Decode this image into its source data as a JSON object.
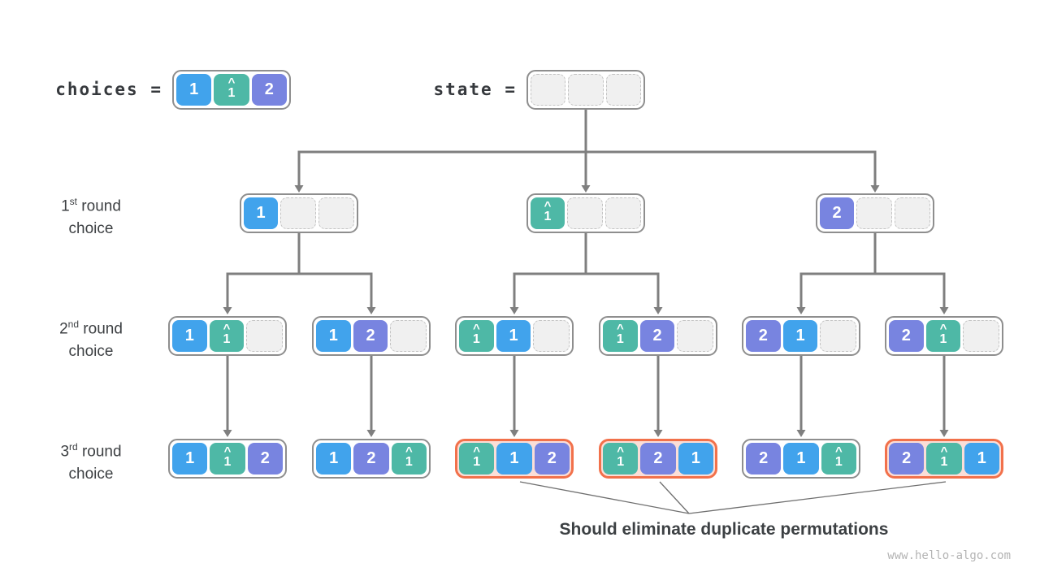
{
  "colors": {
    "blue": "#41a3ec",
    "teal": "#4eb8a6",
    "purple": "#7884e0",
    "container_border": "#8e8e8e",
    "connector_line": "#7f7f7f",
    "pointer_line": "#6f6f6f",
    "empty_fill": "#f0f0f0",
    "empty_border": "#c4c4c4",
    "highlight_border": "#f2714b",
    "highlight_fill": "#fbded7",
    "text_dark": "#3c4044",
    "watermark": "#b4b4b4"
  },
  "header": {
    "choices_label": "choices =",
    "state_label": "state ="
  },
  "cell_types": {
    "1": "blue",
    "1^": "teal",
    "2": "purple"
  },
  "hat_cell": {
    "base": "1",
    "mark": "^"
  },
  "choices_box": {
    "cells": [
      "1",
      "1^",
      "2"
    ]
  },
  "state_box": {
    "cells": [
      "",
      "",
      ""
    ]
  },
  "row_labels": [
    {
      "num": "1",
      "sup": "st",
      "tail": " round",
      "line2": "choice"
    },
    {
      "num": "2",
      "sup": "nd",
      "tail": " round",
      "line2": "choice"
    },
    {
      "num": "3",
      "sup": "rd",
      "tail": " round",
      "line2": "choice"
    }
  ],
  "tree": {
    "round1": [
      {
        "cells": [
          "1",
          "",
          ""
        ],
        "highlight": false
      },
      {
        "cells": [
          "1^",
          "",
          ""
        ],
        "highlight": false
      },
      {
        "cells": [
          "2",
          "",
          ""
        ],
        "highlight": false
      }
    ],
    "round2": [
      {
        "cells": [
          "1",
          "1^",
          ""
        ],
        "highlight": false
      },
      {
        "cells": [
          "1",
          "2",
          ""
        ],
        "highlight": false
      },
      {
        "cells": [
          "1^",
          "1",
          ""
        ],
        "highlight": false
      },
      {
        "cells": [
          "1^",
          "2",
          ""
        ],
        "highlight": false
      },
      {
        "cells": [
          "2",
          "1",
          ""
        ],
        "highlight": false
      },
      {
        "cells": [
          "2",
          "1^",
          ""
        ],
        "highlight": false
      }
    ],
    "round3": [
      {
        "cells": [
          "1",
          "1^",
          "2"
        ],
        "highlight": false
      },
      {
        "cells": [
          "1",
          "2",
          "1^"
        ],
        "highlight": false
      },
      {
        "cells": [
          "1^",
          "1",
          "2"
        ],
        "highlight": true
      },
      {
        "cells": [
          "1^",
          "2",
          "1"
        ],
        "highlight": true
      },
      {
        "cells": [
          "2",
          "1",
          "1^"
        ],
        "highlight": false
      },
      {
        "cells": [
          "2",
          "1^",
          "1"
        ],
        "highlight": true
      }
    ]
  },
  "annotation": {
    "text": "Should eliminate duplicate permutations"
  },
  "watermark": {
    "text": "www.hello-algo.com"
  }
}
